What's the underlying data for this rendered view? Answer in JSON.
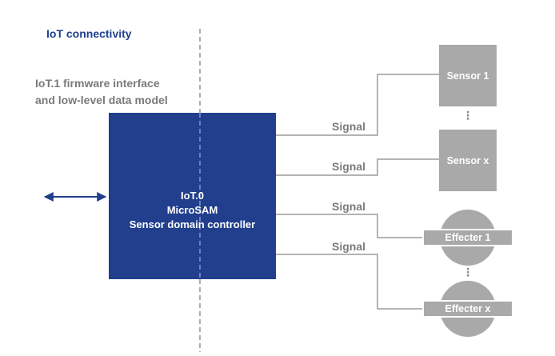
{
  "title": "IoT connectivity",
  "firmware_interface": {
    "line1": "IoT.1 firmware interface",
    "line2": "and low-level data model"
  },
  "controller": {
    "line1": "IoT.0",
    "line2": "MicroSAM",
    "line3": "Sensor domain controller",
    "color": "#213f8c"
  },
  "signals": [
    "Signal",
    "Signal",
    "Signal",
    "Signal"
  ],
  "sensors": [
    "Sensor 1",
    "Sensor x"
  ],
  "effecters": [
    "Effecter 1",
    "Effecter x"
  ],
  "ellipsis": "⋮",
  "colors": {
    "device_fill": "#a9a9a9",
    "wire": "#9a9a9a",
    "arrow": "#213f8c",
    "title": "#1f3f8f",
    "label_gray": "#7a7a7a"
  }
}
